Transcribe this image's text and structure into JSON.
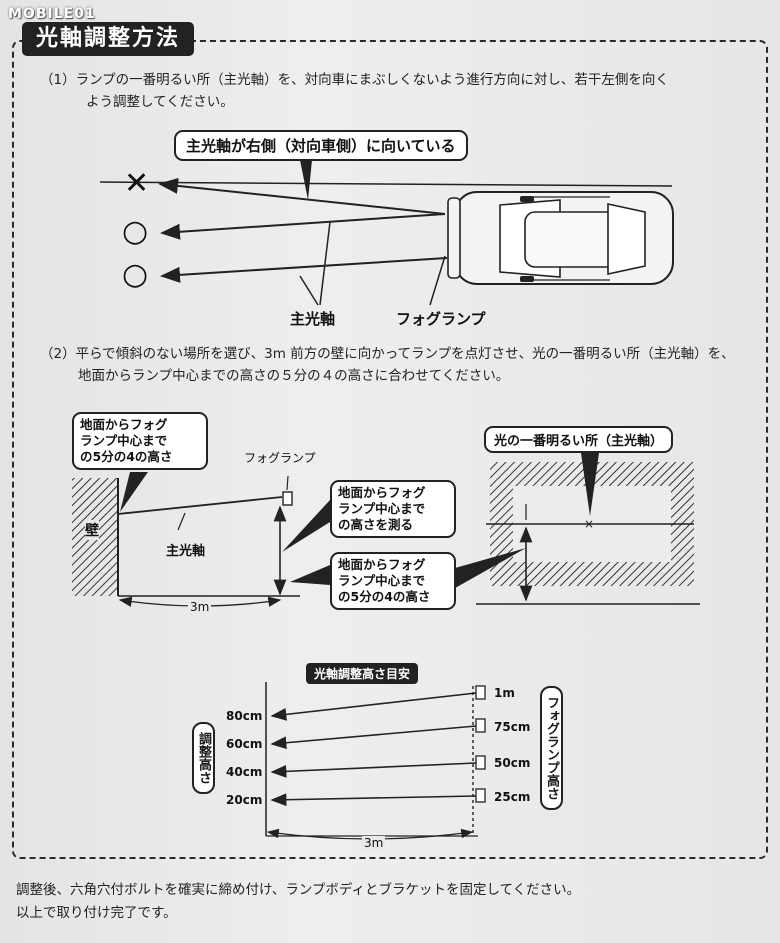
{
  "watermark": "MOBILE01",
  "title": "光軸調整方法",
  "step1": {
    "line1": "（1）ランプの一番明るい所（主光軸）を、対向車にまぶしくないよう進行方向に対し、若干左側を向く",
    "line2": "よう調整してください。",
    "callout": "主光軸が右側（対向車側）に向いている",
    "label_axis": "主光軸",
    "label_fog": "フォグランプ",
    "marks": [
      "✕",
      "○",
      "○"
    ]
  },
  "step2": {
    "line1": "（2）平らで傾斜のない場所を選び、3m 前方の壁に向かってランプを点灯させ、光の一番明るい所（主光軸）を、",
    "line2": "地面からランプ中心までの高さの５分の４の高さに合わせてください。",
    "box_top_left": [
      "地面からフォグ",
      "ランプ中心まで",
      "の5分の4の高さ"
    ],
    "label_fog": "フォグランプ",
    "label_wall": "壁",
    "label_axis": "主光軸",
    "label_distance": "3m",
    "box_measure": [
      "地面からフォグ",
      "ランプ中心まで",
      "の高さを測る"
    ],
    "box_height": [
      "地面からフォグ",
      "ランプ中心まで",
      "の5分の4の高さ"
    ],
    "callout_right": "光の一番明るい所（主光軸）"
  },
  "guide": {
    "title": "光軸調整高さ目安",
    "adjust_heights": [
      "80cm",
      "60cm",
      "40cm",
      "20cm"
    ],
    "lamp_heights": [
      "1m",
      "75cm",
      "50cm",
      "25cm"
    ],
    "label_adjust": "調整高さ",
    "label_lamp": "フォグランプ高さ",
    "label_distance": "3m"
  },
  "footer": {
    "line1": "調整後、六角穴付ボルトを確実に締め付け、ランプボディとブラケットを固定してください。",
    "line2": "以上で取り付け完了です。"
  }
}
